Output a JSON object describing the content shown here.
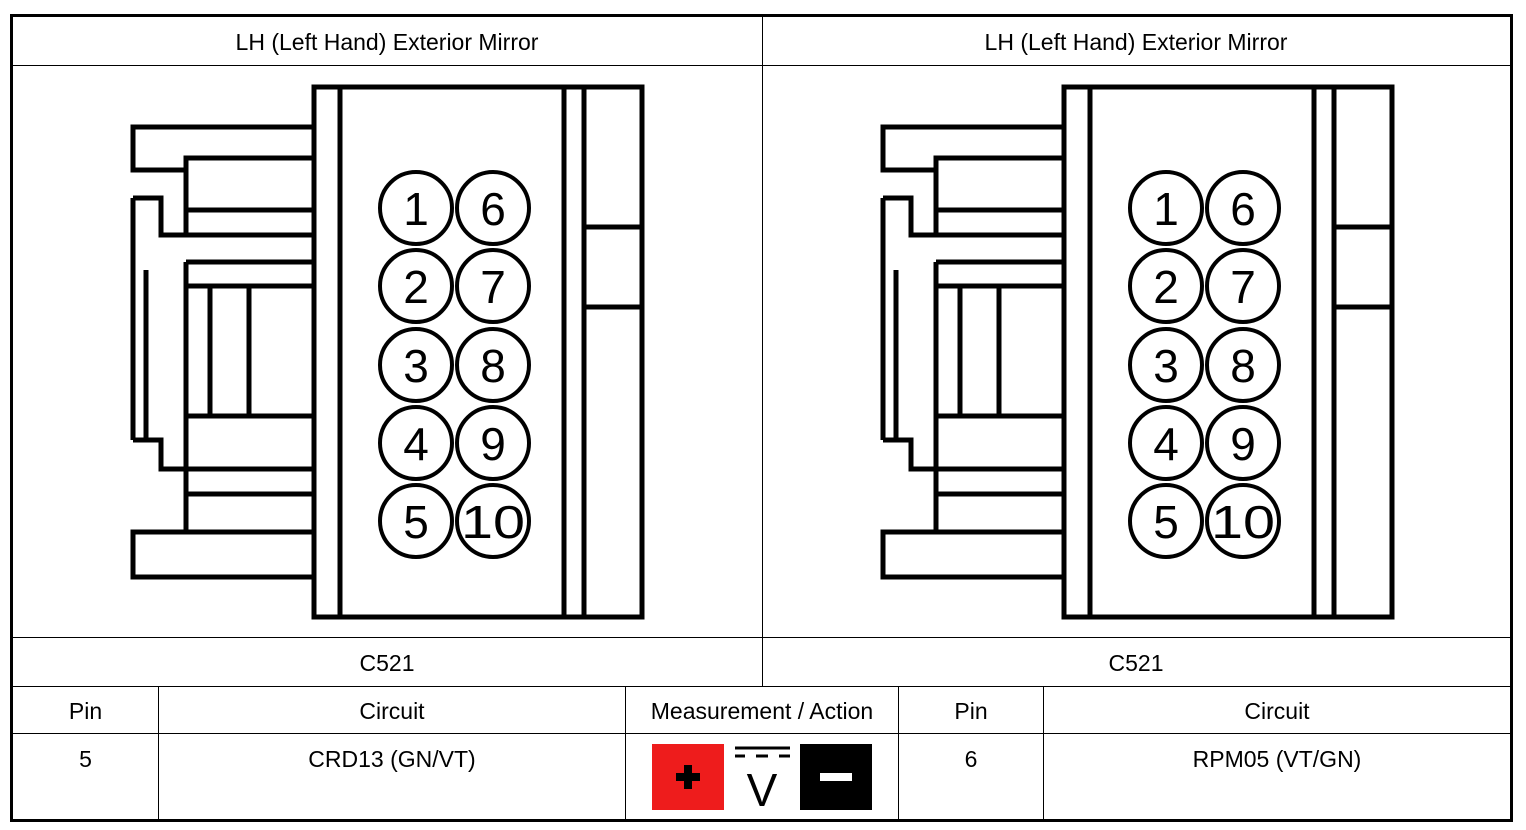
{
  "connectors": [
    {
      "title": "LH (Left Hand) Exterior Mirror",
      "label": "C521",
      "pins": [
        "1",
        "2",
        "3",
        "4",
        "5",
        "6",
        "7",
        "8",
        "9",
        "10"
      ]
    },
    {
      "title": "LH (Left Hand) Exterior Mirror",
      "label": "C521",
      "pins": [
        "1",
        "2",
        "3",
        "4",
        "5",
        "6",
        "7",
        "8",
        "9",
        "10"
      ]
    }
  ],
  "table": {
    "headers": {
      "pin_a": "Pin",
      "circuit_a": "Circuit",
      "measurement": "Measurement / Action",
      "pin_b": "Pin",
      "circuit_b": "Circuit"
    },
    "row": {
      "pin_a": "5",
      "circuit_a": "CRD13 (GN/VT)",
      "pin_b": "6",
      "circuit_b": "RPM05 (VT/GN)"
    },
    "measurement_icons": {
      "positive": "plus-icon",
      "meter": "dc-voltage-icon",
      "negative": "minus-icon",
      "positive_color": "#ee1c1c",
      "negative_color": "#000000",
      "meter_symbol": "V"
    }
  }
}
